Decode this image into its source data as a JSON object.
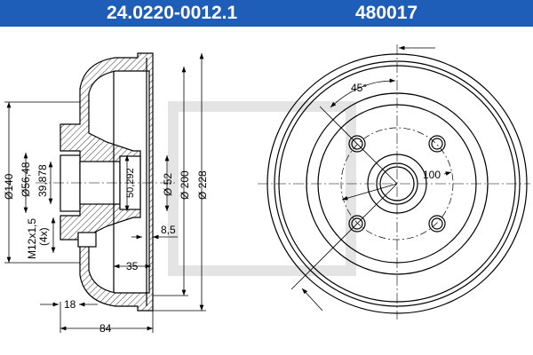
{
  "header": {
    "part_number": "24.0220-0012.1",
    "ref_number": "480017",
    "color": "#1f5eb8"
  },
  "dimensions": {
    "d140": "Ø140",
    "d56": "Ø56,48",
    "d39": "39,878",
    "thread": "M12x1,5",
    "thread_count": "(4x)",
    "d50": "50,292",
    "d52": "Ø 52",
    "d200": "Ø 200",
    "d228": "Ø 228",
    "w85": "8,5",
    "w35": "35",
    "w18": "18",
    "w84": "84",
    "angle": "45°",
    "pcd": "100"
  }
}
